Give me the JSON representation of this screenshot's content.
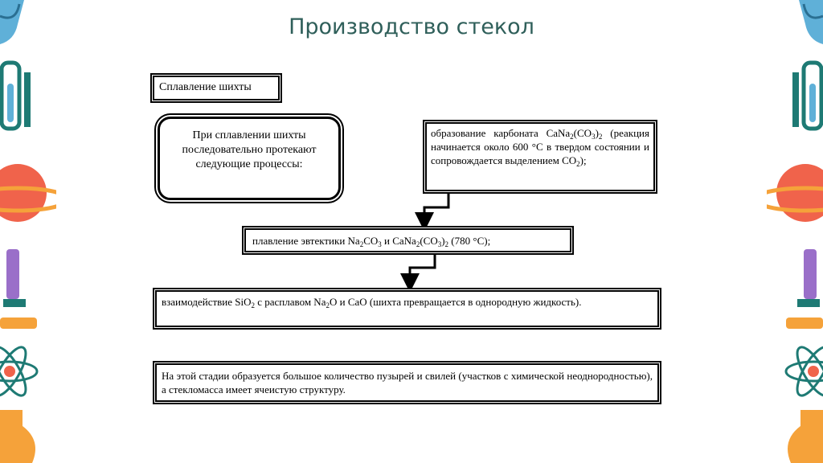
{
  "slide": {
    "title": "Производство стекол"
  },
  "boxes": {
    "stage_label": "Сплавление шихты",
    "intro": "При сплавлении шихты последовательно протекают следующие процессы:",
    "step1": {
      "a": "образование карбоната CaNa",
      "b": "(CO",
      "c": ")",
      "d": " (реакция начинается около 600 °C в твердом состоянии и сопровождается выделением CO",
      "e": ");"
    },
    "step2": {
      "a": "плавление эвтектики Na",
      "b": "CO",
      "c": " и CaNa",
      "d": "(CO",
      "e": ")",
      "f": " (780 °C);"
    },
    "step3": {
      "a": "взаимодействие SiO",
      "b": " с расплавом Na",
      "c": "O и CaO (шихта превращается в однородную жидкость)."
    },
    "note": "На этой стадии образуется большое количество пузырей и свилей (участков с химической неоднородностью), а стекломасса имеет ячеистую структуру."
  },
  "subscripts": {
    "two": "2",
    "three": "3"
  },
  "colors": {
    "title": "#2f5f5a",
    "teal": "#1e7a74",
    "coral": "#f0634b",
    "orange": "#f5a23a",
    "purple": "#9a6fc9"
  },
  "decorations": [
    "flask-icon",
    "test-tube-icon",
    "planet-icon",
    "microscope-icon",
    "atom-icon",
    "beaker-icon"
  ]
}
